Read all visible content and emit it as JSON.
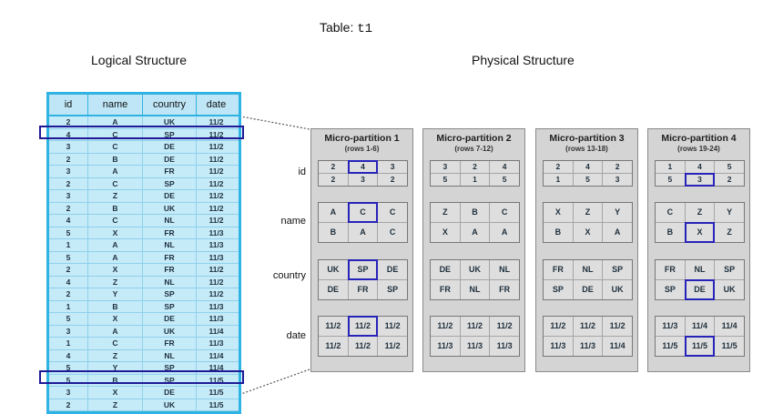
{
  "title": {
    "prefix": "Table: ",
    "name": "t1"
  },
  "logical_label": "Logical Structure",
  "physical_label": "Physical Structure",
  "logical_table": {
    "headers": [
      "id",
      "name",
      "country",
      "date"
    ],
    "rows": [
      [
        "2",
        "A",
        "UK",
        "11/2"
      ],
      [
        "4",
        "C",
        "SP",
        "11/2"
      ],
      [
        "3",
        "C",
        "DE",
        "11/2"
      ],
      [
        "2",
        "B",
        "DE",
        "11/2"
      ],
      [
        "3",
        "A",
        "FR",
        "11/2"
      ],
      [
        "2",
        "C",
        "SP",
        "11/2"
      ],
      [
        "3",
        "Z",
        "DE",
        "11/2"
      ],
      [
        "2",
        "B",
        "UK",
        "11/2"
      ],
      [
        "4",
        "C",
        "NL",
        "11/2"
      ],
      [
        "5",
        "X",
        "FR",
        "11/3"
      ],
      [
        "1",
        "A",
        "NL",
        "11/3"
      ],
      [
        "5",
        "A",
        "FR",
        "11/3"
      ],
      [
        "2",
        "X",
        "FR",
        "11/2"
      ],
      [
        "4",
        "Z",
        "NL",
        "11/2"
      ],
      [
        "2",
        "Y",
        "SP",
        "11/2"
      ],
      [
        "1",
        "B",
        "SP",
        "11/3"
      ],
      [
        "5",
        "X",
        "DE",
        "11/3"
      ],
      [
        "3",
        "A",
        "UK",
        "11/4"
      ],
      [
        "1",
        "C",
        "FR",
        "11/3"
      ],
      [
        "4",
        "Z",
        "NL",
        "11/4"
      ],
      [
        "5",
        "Y",
        "SP",
        "11/4"
      ],
      [
        "5",
        "B",
        "SP",
        "11/5"
      ],
      [
        "3",
        "X",
        "DE",
        "11/5"
      ],
      [
        "2",
        "Z",
        "UK",
        "11/5"
      ]
    ]
  },
  "row_labels": [
    "id",
    "name",
    "country",
    "date"
  ],
  "partitions": [
    {
      "title": "Micro-partition 1",
      "rows": "(rows 1-6)",
      "id": [
        "2",
        "4",
        "3",
        "2",
        "3",
        "2"
      ],
      "name": [
        "A",
        "C",
        "C",
        "B",
        "A",
        "C"
      ],
      "country": [
        "UK",
        "SP",
        "DE",
        "DE",
        "FR",
        "SP"
      ],
      "date": [
        "11/2",
        "11/2",
        "11/2",
        "11/2",
        "11/2",
        "11/2"
      ]
    },
    {
      "title": "Micro-partition 2",
      "rows": "(rows 7-12)",
      "id": [
        "3",
        "2",
        "4",
        "5",
        "1",
        "5"
      ],
      "name": [
        "Z",
        "B",
        "C",
        "X",
        "A",
        "A"
      ],
      "country": [
        "DE",
        "UK",
        "NL",
        "FR",
        "NL",
        "FR"
      ],
      "date": [
        "11/2",
        "11/2",
        "11/2",
        "11/3",
        "11/3",
        "11/3"
      ]
    },
    {
      "title": "Micro-partition 3",
      "rows": "(rows 13-18)",
      "id": [
        "2",
        "4",
        "2",
        "1",
        "5",
        "3"
      ],
      "name": [
        "X",
        "Z",
        "Y",
        "B",
        "X",
        "A"
      ],
      "country": [
        "FR",
        "NL",
        "SP",
        "SP",
        "DE",
        "UK"
      ],
      "date": [
        "11/2",
        "11/2",
        "11/2",
        "11/3",
        "11/3",
        "11/4"
      ]
    },
    {
      "title": "Micro-partition 4",
      "rows": "(rows 19-24)",
      "id": [
        "1",
        "4",
        "5",
        "5",
        "3",
        "2"
      ],
      "name": [
        "C",
        "Z",
        "Y",
        "B",
        "X",
        "Z"
      ],
      "country": [
        "FR",
        "NL",
        "SP",
        "SP",
        "DE",
        "UK"
      ],
      "date": [
        "11/3",
        "11/4",
        "11/4",
        "11/5",
        "11/5",
        "11/5"
      ]
    }
  ]
}
